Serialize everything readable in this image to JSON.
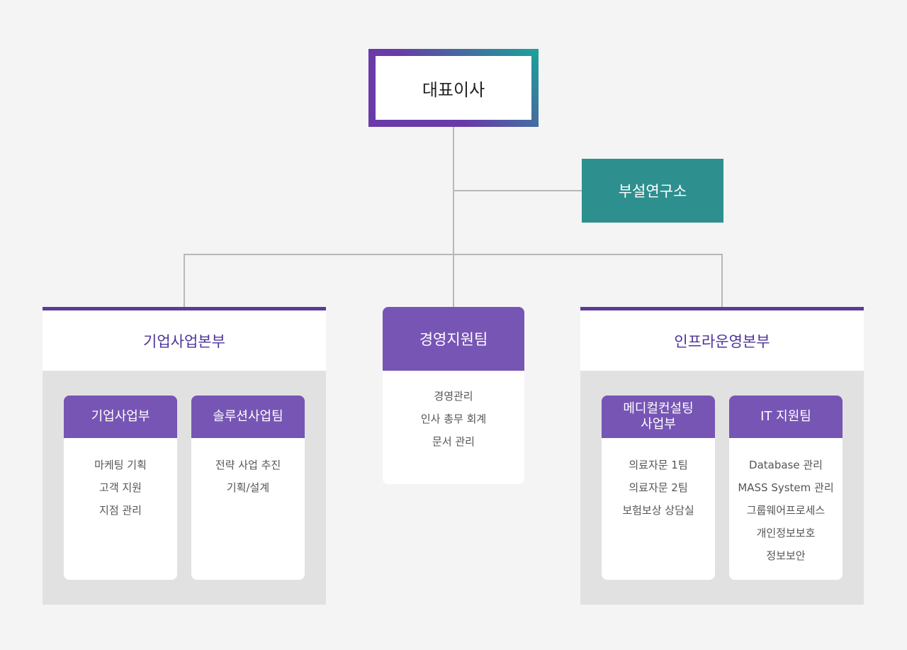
{
  "ceo": {
    "label": "대표이사"
  },
  "lab": {
    "label": "부설연구소"
  },
  "colors": {
    "primary_purple": "#7755b5",
    "division_border": "#5b3a98",
    "division_title": "#4e3399",
    "lab_teal": "#2e8f8f",
    "connector": "#b8b8b8"
  },
  "divisions": [
    {
      "title": "기업사업본부",
      "teams": [
        {
          "title": "기업사업부",
          "items": [
            "마케팅 기획",
            "고객 지원",
            "지점 관리"
          ]
        },
        {
          "title": "솔루션사업팀",
          "items": [
            "전략 사업 추진",
            "기획/설계"
          ]
        }
      ]
    },
    {
      "title": "인프라운영본부",
      "teams": [
        {
          "title": "메디컬컨설팅\n사업부",
          "title_line1": "메디컬컨설팅",
          "title_line2": "사업부",
          "items": [
            "의료자문 1팀",
            "의료자문 2팀",
            "보험보상 상담실"
          ]
        },
        {
          "title": "IT 지원팀",
          "items": [
            "Database 관리",
            "MASS System 관리",
            "그룹웨어프로세스",
            "개인정보보호",
            "정보보안"
          ]
        }
      ]
    }
  ],
  "center_team": {
    "title": "경영지원팀",
    "items": [
      "경영관리",
      "인사 총무 회계",
      "문서 관리"
    ]
  }
}
